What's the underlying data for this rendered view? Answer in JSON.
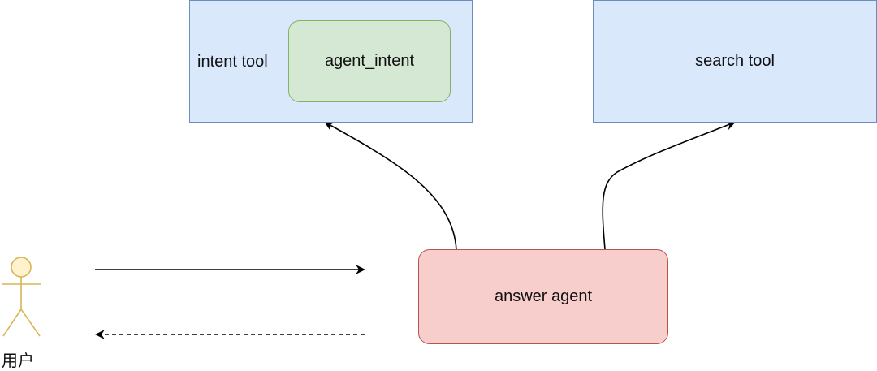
{
  "nodes": {
    "intent_tool": {
      "label": "intent tool",
      "fill": "#dae8fc",
      "stroke": "#6c8ebf"
    },
    "agent_intent": {
      "label": "agent_intent",
      "fill": "#d5e8d4",
      "stroke": "#82b366"
    },
    "search_tool": {
      "label": "search tool",
      "fill": "#dae8fc",
      "stroke": "#6c8ebf"
    },
    "answer_agent": {
      "label": "answer agent",
      "fill": "#f8cecc",
      "stroke": "#b85450"
    },
    "user": {
      "label": "用户",
      "fill": "#fff2cc",
      "stroke": "#d6b656"
    }
  },
  "edges": [
    {
      "from": "answer_agent",
      "to": "intent_tool",
      "style": "solid"
    },
    {
      "from": "answer_agent",
      "to": "search_tool",
      "style": "solid"
    },
    {
      "from": "user",
      "to": "answer_agent",
      "style": "solid"
    },
    {
      "from": "answer_agent",
      "to": "user",
      "style": "dashed"
    }
  ]
}
